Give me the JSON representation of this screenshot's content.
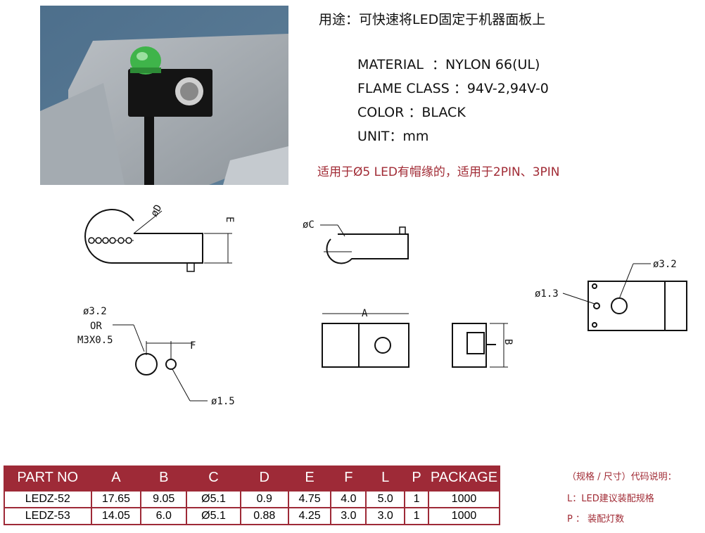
{
  "header": {
    "usage": "用途：可快速将LED固定于机器面板上",
    "specs": [
      "MATERIAL  ：NYLON 66(UL)",
      "FLAME CLASS ：94V-2,94V-0",
      "COLOR ：BLACK",
      "UNIT：mm"
    ],
    "applicability": "适用于Ø5 LED有帽缘的，适用于2PIN、3PIN"
  },
  "drawing_labels": {
    "d": "øD",
    "e": "E",
    "c": "øC",
    "hole": "ø3.2",
    "or": "OR",
    "screw": "M3X0.5",
    "f": "F",
    "pin": "ø1.5",
    "a": "A",
    "b": "B",
    "hole2": "ø3.2",
    "hole3": "ø1.3"
  },
  "table": {
    "headers": [
      "PART NO",
      "A",
      "B",
      "C",
      "D",
      "E",
      "F",
      "L",
      "P",
      "PACKAGE"
    ],
    "rows": [
      [
        "LEDZ-52",
        "17.65",
        "9.05",
        "Ø5.1",
        "0.9",
        "4.75",
        "4.0",
        "5.0",
        "1",
        "1000"
      ],
      [
        "LEDZ-53",
        "14.05",
        "6.0",
        "Ø5.1",
        "0.88",
        "4.25",
        "3.0",
        "3.0",
        "1",
        "1000"
      ]
    ]
  },
  "legend": {
    "title": "（规格 / 尺寸）代码说明：",
    "l": "L：LED建议装配规格",
    "p": "P ： 装配灯数"
  },
  "colors": {
    "accent": "#9e2a37",
    "text_red": "#a12b35"
  }
}
